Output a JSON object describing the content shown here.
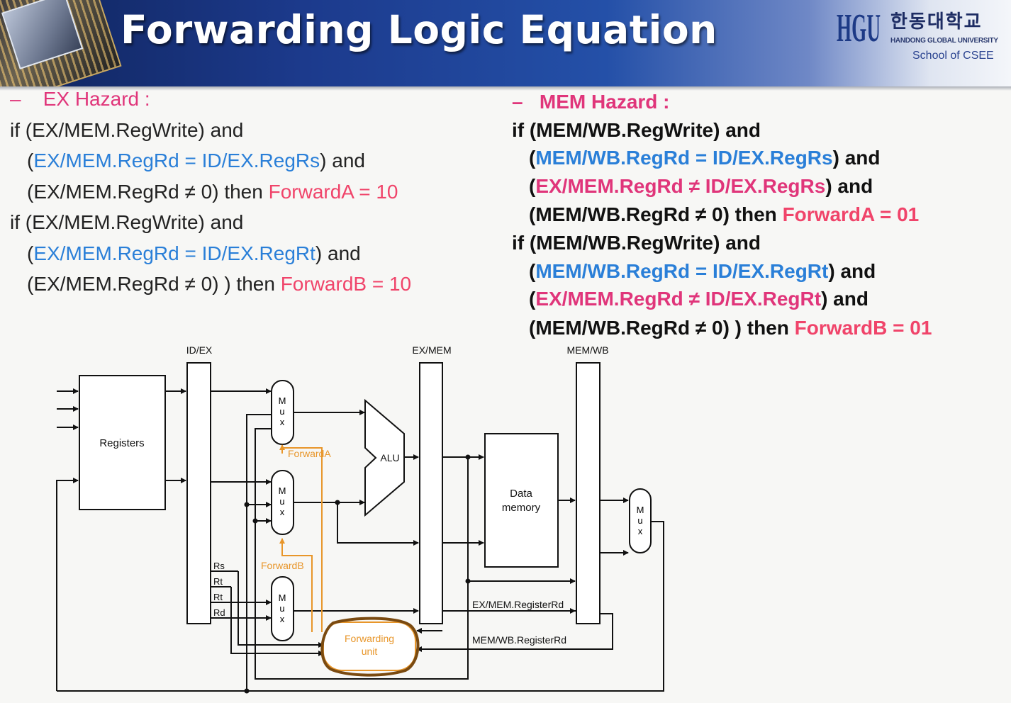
{
  "header": {
    "title": "Forwarding Logic Equation",
    "logo_mark": "HGU",
    "logo_korean": "한동대학교",
    "logo_english": "HANDONG GLOBAL UNIVERSITY",
    "logo_school": "School of CSEE"
  },
  "colors": {
    "header_bg": "#1c3a8c",
    "heading_pink": "#e0357a",
    "term_blue": "#2a7fd8",
    "forward_orange": "#e8962a",
    "text_dark": "#222222"
  },
  "ex_hazard": {
    "dash": "–",
    "heading": "EX Hazard :",
    "lines": [
      {
        "a": "if (EX/MEM.RegWrite) and",
        "b": "",
        "c": ""
      },
      {
        "a": "(",
        "b": "EX/MEM.RegRd = ID/EX.RegRs",
        "c": ") and"
      },
      {
        "a": "(EX/MEM.RegRd ≠ 0) then ",
        "b": "ForwardA = 10",
        "c": ""
      },
      {
        "a": "if (EX/MEM.RegWrite) and",
        "b": "",
        "c": ""
      },
      {
        "a": "(",
        "b": "EX/MEM.RegRd = ID/EX.RegRt",
        "c": ") and"
      },
      {
        "a": "(EX/MEM.RegRd ≠ 0) ) then ",
        "b": "ForwardB = 10",
        "c": ""
      }
    ]
  },
  "mem_hazard": {
    "dash": "–",
    "heading": "MEM Hazard :",
    "lines": [
      {
        "a": "if (MEM/WB.RegWrite) and",
        "b": "",
        "c": ""
      },
      {
        "a": "(",
        "b": "MEM/WB.RegRd = ID/EX.RegRs",
        "c": ") and"
      },
      {
        "a": "(",
        "b": "EX/MEM.RegRd ≠ ID/EX.RegRs",
        "c": ") and"
      },
      {
        "a": "(MEM/WB.RegRd ≠ 0) then ",
        "b": "ForwardA = 01",
        "c": ""
      },
      {
        "a": "if (MEM/WB.RegWrite) and",
        "b": "",
        "c": ""
      },
      {
        "a": "(",
        "b": "MEM/WB.RegRd = ID/EX.RegRt",
        "c": ") and"
      },
      {
        "a": "(",
        "b": "EX/MEM.RegRd ≠ ID/EX.RegRt",
        "c": ") and"
      },
      {
        "a": "(MEM/WB.RegRd ≠ 0) ) then ",
        "b": "ForwardB = 01",
        "c": ""
      }
    ]
  },
  "diagram": {
    "pipe_labels": [
      "ID/EX",
      "EX/MEM",
      "MEM/WB"
    ],
    "registers": "Registers",
    "alu": "ALU",
    "data_memory": [
      "Data",
      "memory"
    ],
    "mux_letters": [
      "M",
      "u",
      "x"
    ],
    "forward_a": "ForwardA",
    "forward_b": "ForwardB",
    "forwarding_unit": [
      "Forwarding",
      "unit"
    ],
    "field_labels": [
      "Rs",
      "Rt",
      "Rt",
      "Rd"
    ],
    "ex_mem_registerrd": "EX/MEM.RegisterRd",
    "mem_wb_registerrd": "MEM/WB.RegisterRd"
  }
}
